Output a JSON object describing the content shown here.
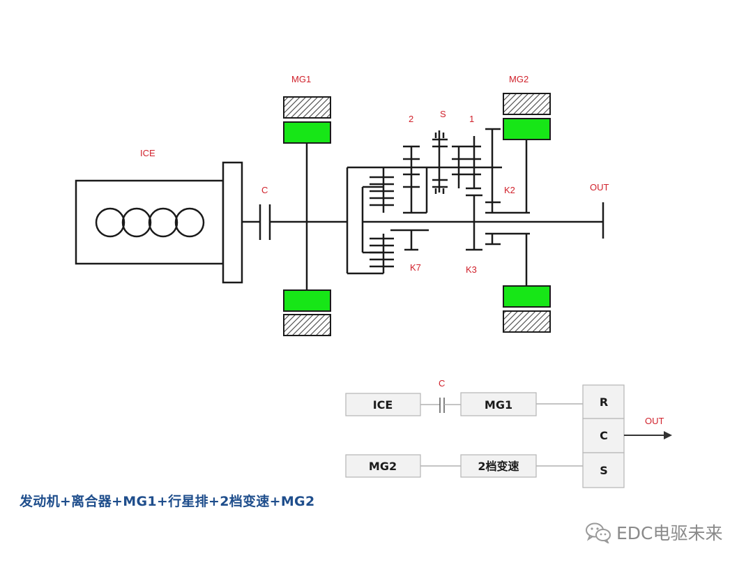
{
  "diagram": {
    "labels": {
      "ice": "ICE",
      "clutch": "C",
      "mg1": "MG1",
      "mg2": "MG2",
      "out": "OUT",
      "gear2": "2",
      "sync": "S",
      "gear1": "1",
      "k2": "K2",
      "k7": "K7",
      "k3": "K3"
    },
    "colors": {
      "rotor": "#17e617",
      "stator_hatch": "#444444",
      "line": "#1a1a1a",
      "label_red": "#d0202a",
      "caption_blue": "#1f4e8c"
    }
  },
  "block_diagram": {
    "ice": "ICE",
    "clutch": "C",
    "mg1": "MG1",
    "mg2": "MG2",
    "transmission": "2档变速",
    "planetary": [
      "R",
      "C",
      "S"
    ],
    "out": "OUT"
  },
  "caption": "发动机+离合器+MG1+行星排+2档变速+MG2",
  "watermark": {
    "icon": "wechat-icon",
    "text": "EDC电驱未来"
  }
}
